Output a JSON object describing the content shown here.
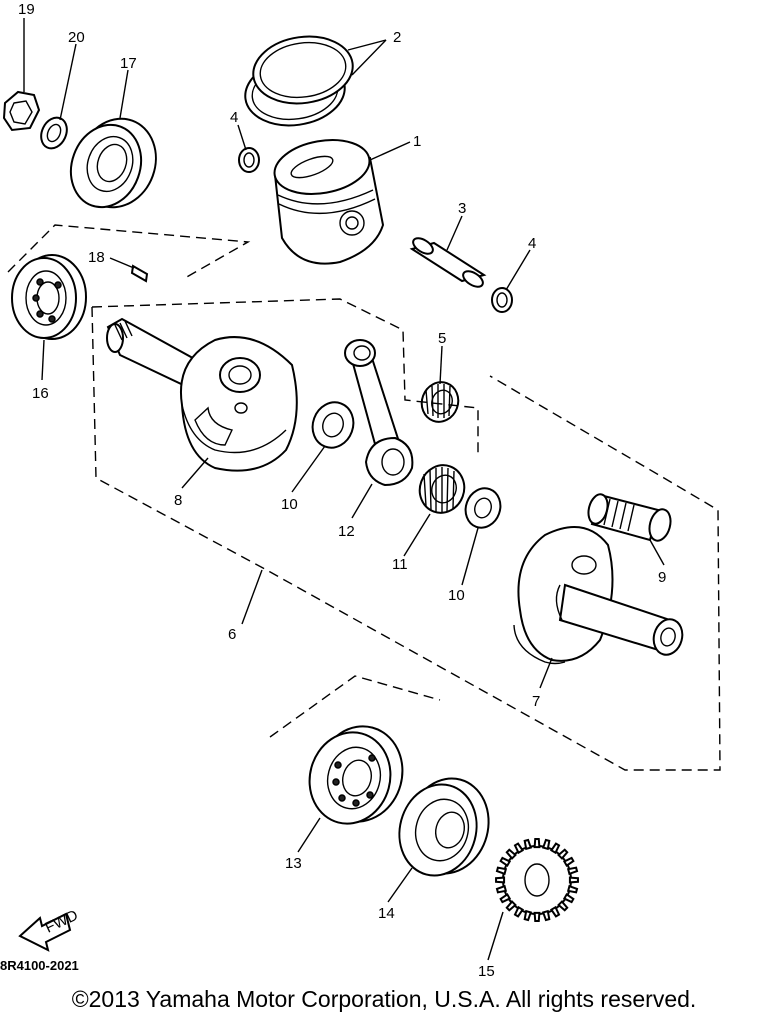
{
  "diagram": {
    "code": "8R4100-2021",
    "copyright": "©2013 Yamaha Motor Corporation, U.S.A. All rights reserved.",
    "fwd_label": "FWD",
    "labels": {
      "p1": "1",
      "p2": "2",
      "p3": "3",
      "p4a": "4",
      "p4b": "4",
      "p5": "5",
      "p6": "6",
      "p7": "7",
      "p8": "8",
      "p9": "9",
      "p10a": "10",
      "p10b": "10",
      "p11": "11",
      "p12": "12",
      "p13": "13",
      "p14": "14",
      "p15": "15",
      "p16": "16",
      "p17": "17",
      "p18": "18",
      "p19": "19",
      "p20": "20"
    }
  }
}
